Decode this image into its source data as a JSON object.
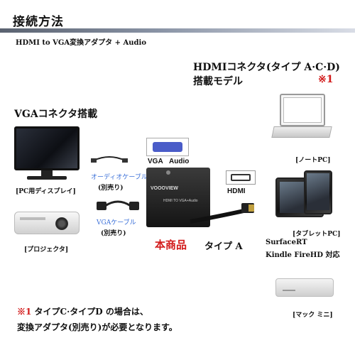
{
  "header": {
    "title": "接続方法",
    "subtitle": "HDMI to VGA変換アダプタ + Audio"
  },
  "hdmi_models": {
    "line1": "HDMIコネクタ(タイプ A·C·D)",
    "line2": "搭載モデル",
    "note_mark": "※1"
  },
  "vga_section": {
    "title": "VGAコネクタ搭載"
  },
  "ports": {
    "vga_label": "VGA",
    "audio_label": "Audio",
    "hdmi_label": "HDMI"
  },
  "cables": {
    "audio_cable": "オーディオケーブル",
    "audio_sold": "(別売り)",
    "vga_cable": "VGAケーブル",
    "vga_sold": "(別売り)"
  },
  "adapter": {
    "brand": "VOOOVIEW",
    "print_line": "HDMI TO VGA+Audio",
    "product_label": "本商品",
    "type_label": "タイプ A"
  },
  "devices": {
    "pc_display": "[PC用ディスプレイ]",
    "projector": "[プロジェクタ]",
    "notebook": "[ノートPC]",
    "tablet": "[タブレットPC]",
    "tablet_models_1": "SurfaceRT",
    "tablet_models_2": "Kindle FireHD 対応",
    "mac_mini": "[マック ミニ]"
  },
  "footnote": {
    "line1": "※1 タイプC·タイプD の場合は、",
    "line2": "変換アダプタ(別売り)が必要となります。"
  },
  "colors": {
    "accent_red": "#d21a1a",
    "cable_label_blue": "#3a6fd8"
  }
}
